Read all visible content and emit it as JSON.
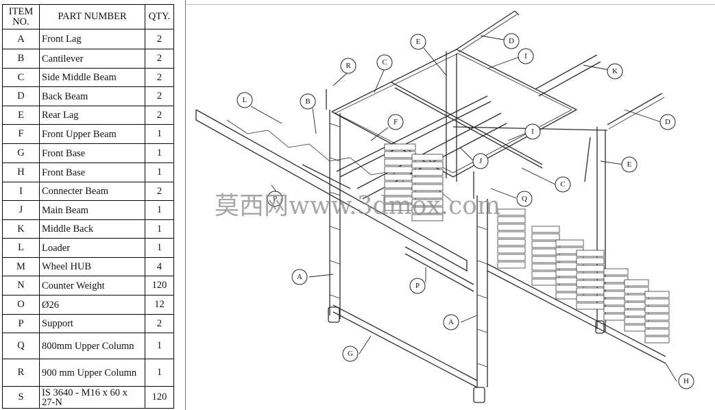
{
  "table": {
    "headers": {
      "item": "ITEM NO.",
      "part": "PART NUMBER",
      "qty": "QTY."
    },
    "rows": [
      {
        "item": "A",
        "part": "Front Lag",
        "qty": "2"
      },
      {
        "item": "B",
        "part": "Cantilever",
        "qty": "2"
      },
      {
        "item": "C",
        "part": "Side Middle Beam",
        "qty": "2"
      },
      {
        "item": "D",
        "part": "Back Beam",
        "qty": "2"
      },
      {
        "item": "E",
        "part": "Rear Lag",
        "qty": "2"
      },
      {
        "item": "F",
        "part": "Front Upper Beam",
        "qty": "1"
      },
      {
        "item": "G",
        "part": "Front Base",
        "qty": "1"
      },
      {
        "item": "H",
        "part": "Front Base",
        "qty": "1"
      },
      {
        "item": "I",
        "part": "Connecter Beam",
        "qty": "2"
      },
      {
        "item": "J",
        "part": "Main Beam",
        "qty": "1"
      },
      {
        "item": "K",
        "part": "Middle Back",
        "qty": "1"
      },
      {
        "item": "L",
        "part": "Loader",
        "qty": "1"
      },
      {
        "item": "M",
        "part": "Wheel HUB",
        "qty": "4"
      },
      {
        "item": "N",
        "part": "Counter Weight",
        "qty": "120"
      },
      {
        "item": "O",
        "part": "Ø26",
        "qty": "12"
      },
      {
        "item": "P",
        "part": "Support",
        "qty": "2"
      },
      {
        "item": "Q",
        "part": "800mm Upper Column",
        "qty": "1"
      },
      {
        "item": "R",
        "part": "900 mm Upper Column",
        "qty": "1"
      },
      {
        "item": "S",
        "part": "IS 3640 - M16 x 60 x 27-N",
        "qty": "120"
      }
    ]
  },
  "balloons": [
    "D",
    "E",
    "I",
    "K",
    "R",
    "C",
    "L",
    "B",
    "F",
    "D",
    "I",
    "E",
    "J",
    "Q",
    "C",
    "P",
    "A",
    "P",
    "A",
    "G",
    "H"
  ],
  "watermark": "莫西网www.3dmox.com"
}
